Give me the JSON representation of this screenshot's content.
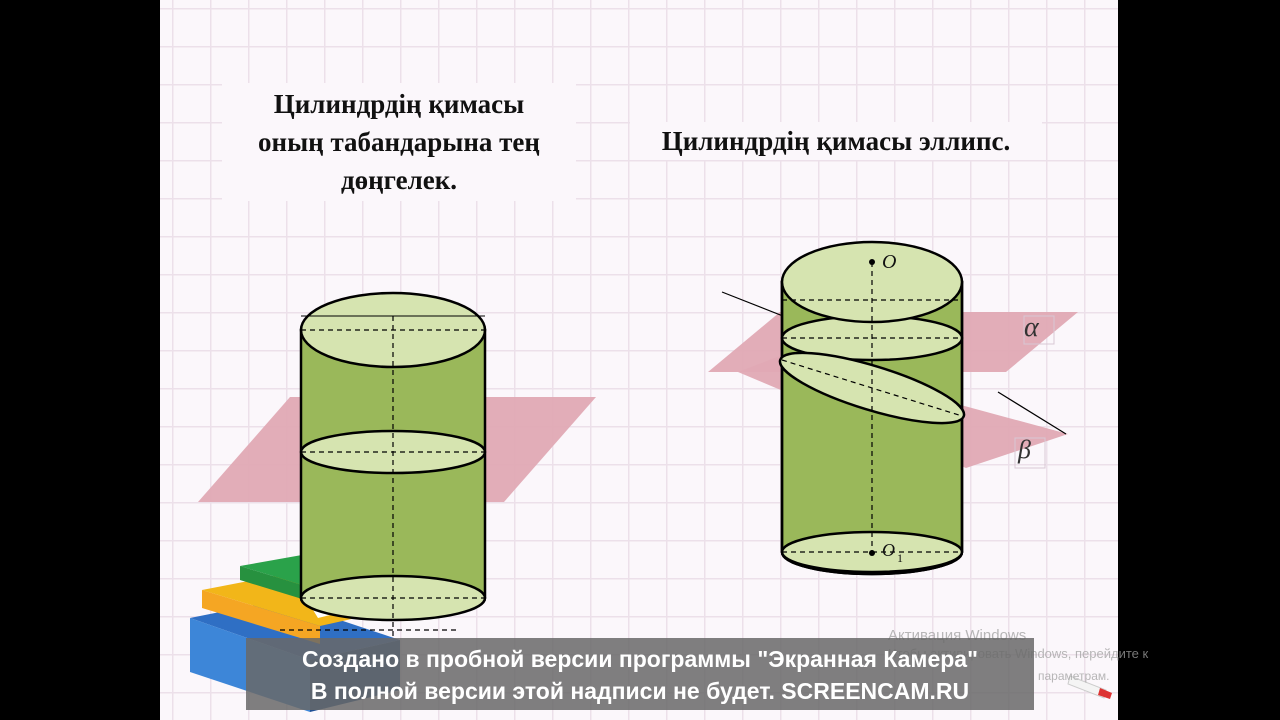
{
  "slide": {
    "caption_left": [
      "Цилиндрдің қимасы",
      "оның табандарына тең",
      "дөңгелек."
    ],
    "caption_right": "Цилиндрдің қимасы эллипс.",
    "labels": {
      "top_center": "O",
      "bottom_center": "O",
      "bottom_center_sub": "1",
      "plane_alpha": "α",
      "plane_beta": "β"
    },
    "colors": {
      "cylinder": "#9ab85a",
      "cylinder_cap": "#d6e4b0",
      "plane": "#e0a9b4"
    }
  },
  "watermark": {
    "line1": "Создано в пробной версии программы \"Экранная Камера\"",
    "line2": "В полной версии этой надписи не будет. SCREENCAM.RU"
  },
  "activation": {
    "line1": "Активация Windows",
    "line2": "Чтобы активировать Windows, перейдите к",
    "line3": "параметрам."
  }
}
